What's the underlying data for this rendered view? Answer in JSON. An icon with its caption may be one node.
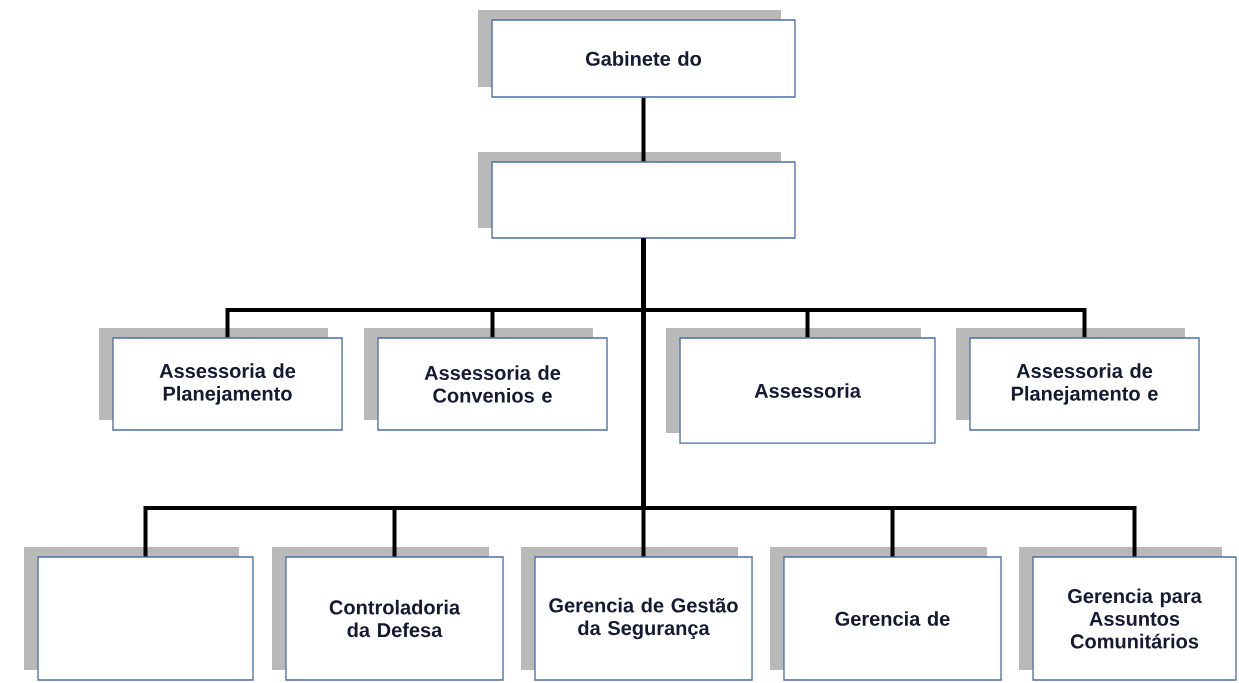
{
  "diagram": {
    "nodes": [
      {
        "text": [
          "Gabinete do"
        ]
      },
      {
        "text": [],
        "shape": "box"
      },
      {
        "text": [
          "Assessoria de Planejamento"
        ]
      },
      {
        "text": [
          "Assessoria de Convenios e"
        ]
      },
      {
        "text": [
          "Assessoria"
        ]
      },
      {
        "text": [
          "Assessoria de Planejamento e"
        ]
      },
      {
        "text": [],
        "shape": "box"
      },
      {
        "text": [
          "Controladoria da Defesa"
        ]
      },
      {
        "text": [
          "Gerencia de Gestão da Segurança"
        ]
      },
      {
        "text": [
          "Gerencia de"
        ]
      },
      {
        "text": [
          "Gerencia para Assuntos Comunitários"
        ]
      }
    ],
    "edges": [
      {
        "from": 0,
        "to": 1,
        "arrow": "none"
      },
      {
        "from": 1,
        "to": 2,
        "arrow": "none"
      },
      {
        "from": 1,
        "to": 3,
        "arrow": "none"
      },
      {
        "from": 1,
        "to": 4,
        "arrow": "none"
      },
      {
        "from": 1,
        "to": 5,
        "arrow": "none"
      },
      {
        "from": 1,
        "to": 6,
        "arrow": "none"
      },
      {
        "from": 1,
        "to": 7,
        "arrow": "none"
      },
      {
        "from": 1,
        "to": 8,
        "arrow": "none"
      },
      {
        "from": 1,
        "to": 9,
        "arrow": "none"
      },
      {
        "from": 1,
        "to": 10,
        "arrow": "none"
      }
    ]
  }
}
